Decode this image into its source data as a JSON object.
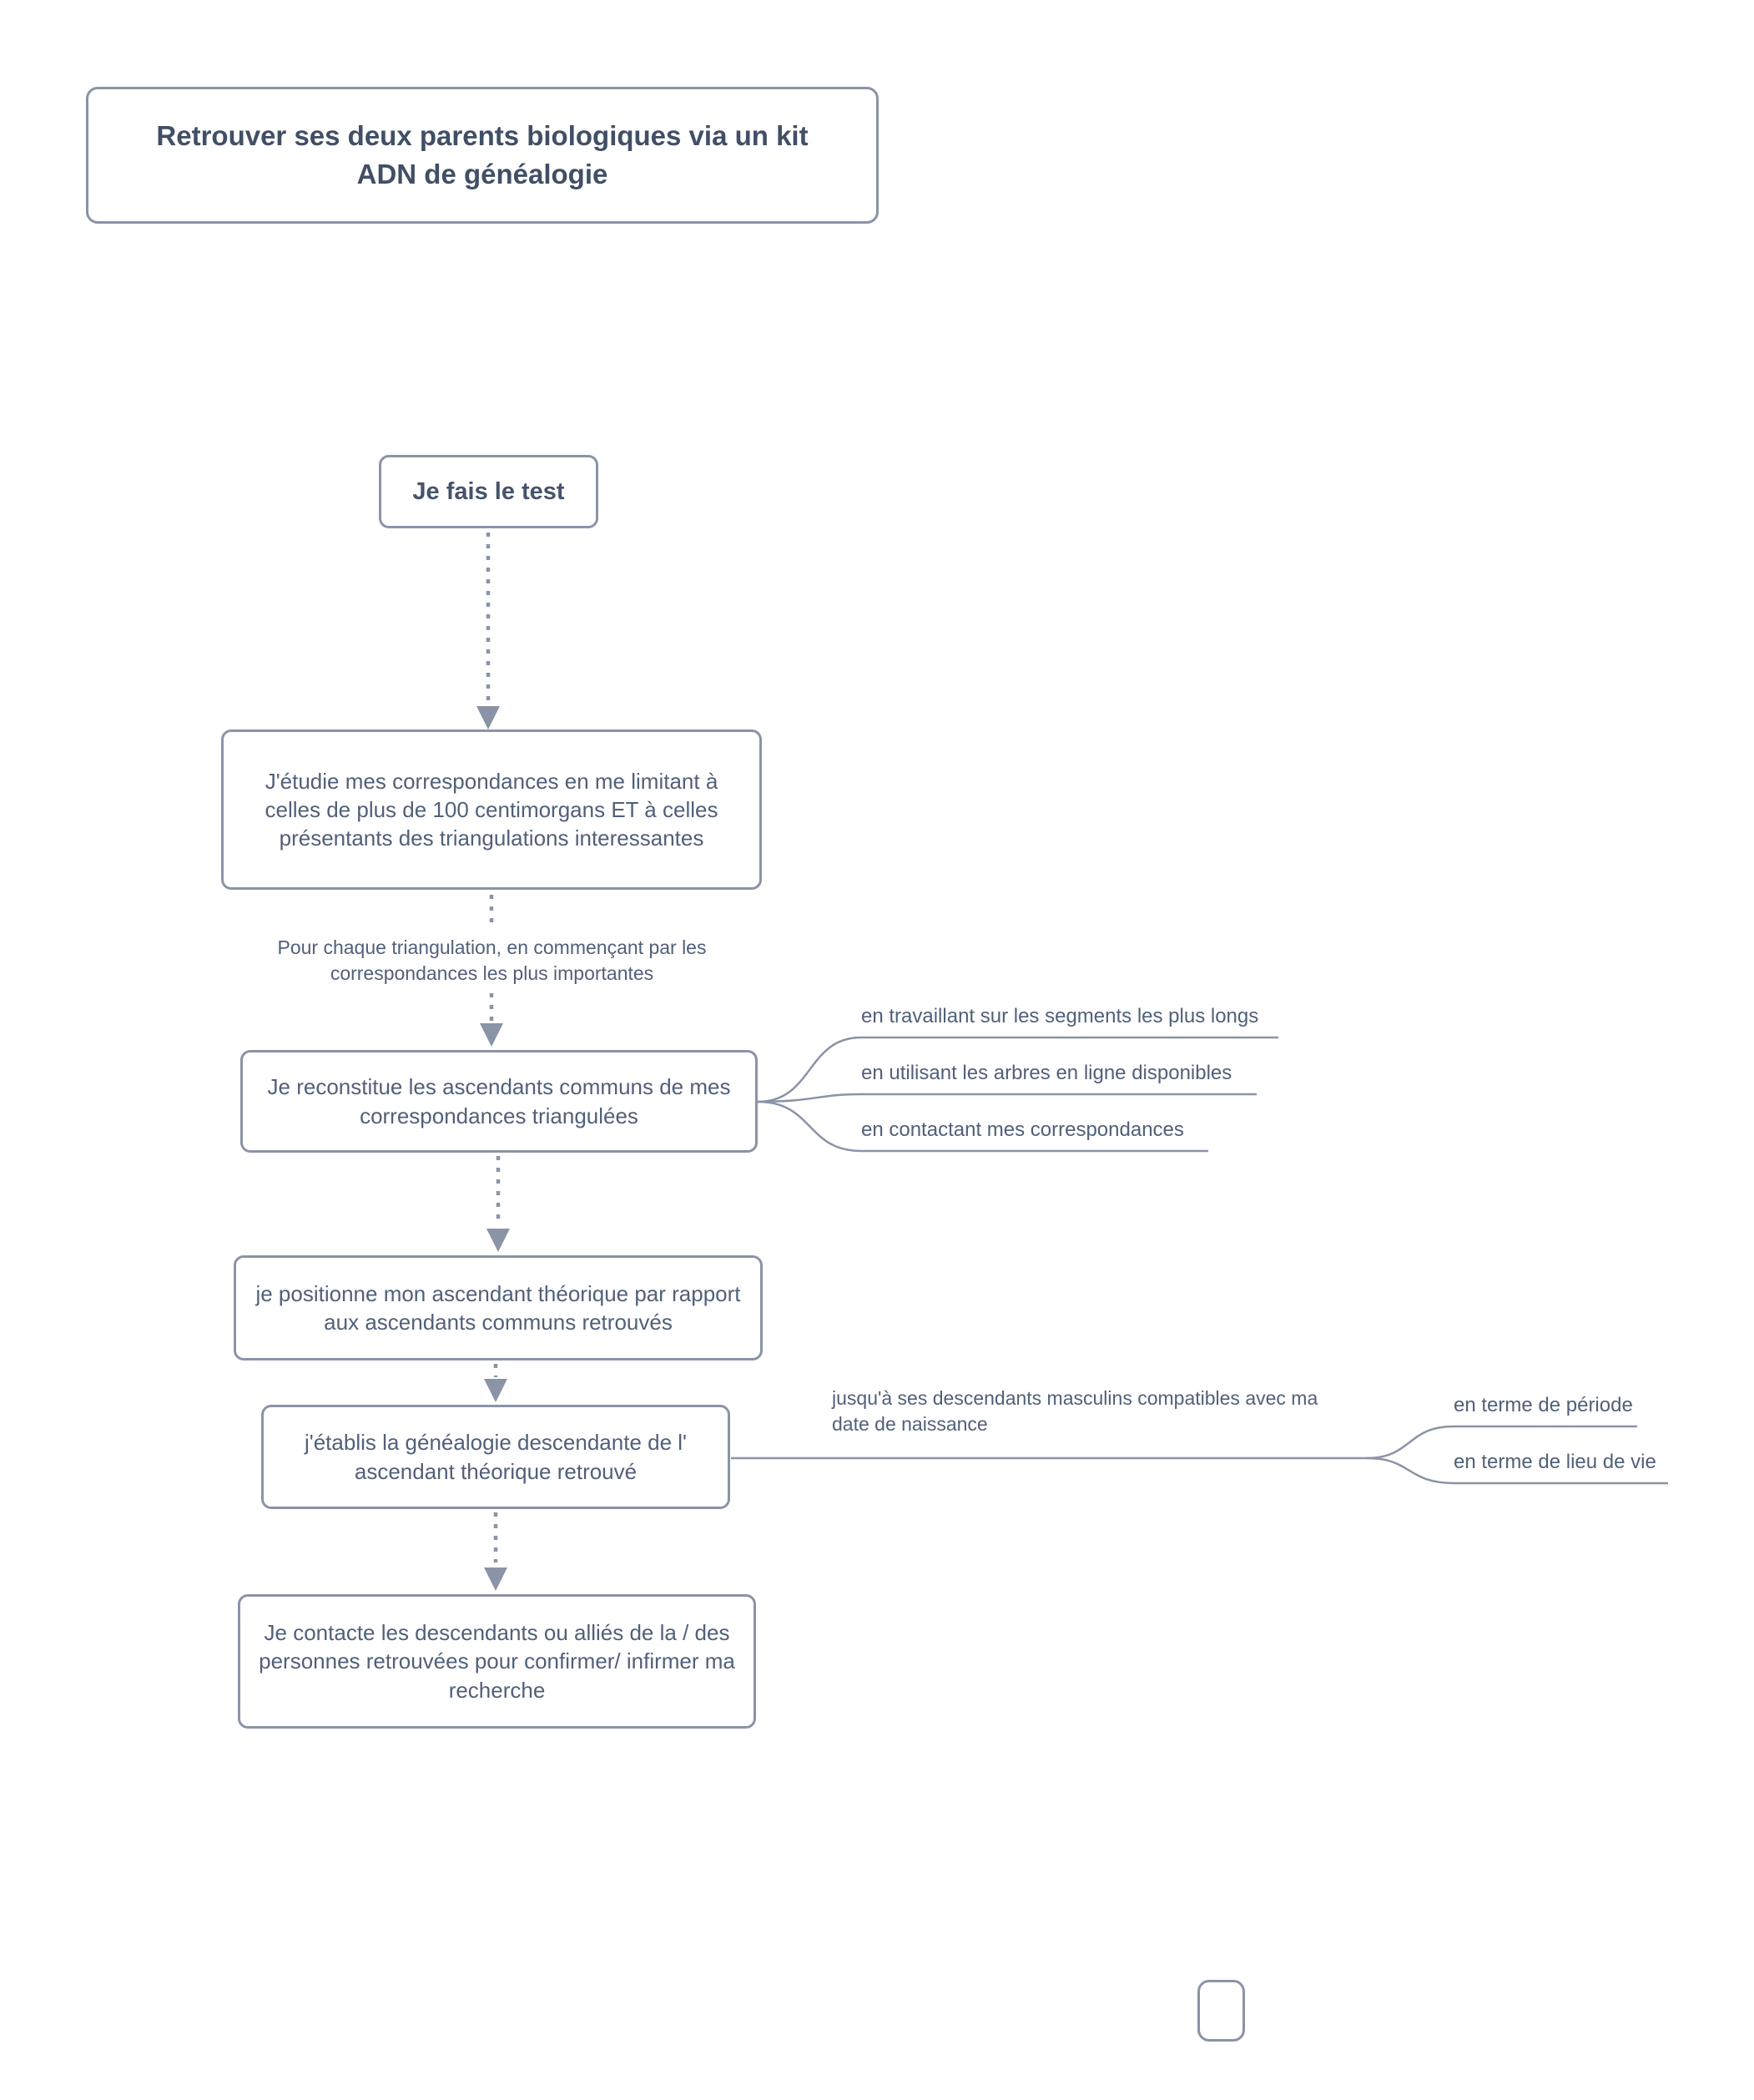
{
  "title": {
    "text": "Retrouver ses deux parents biologiques via un kit ADN de généalogie"
  },
  "nodes": {
    "test": "Je fais le test",
    "etude": "J'étudie mes correspondances en me limitant à celles de plus de 100 centimorgans ET à celles présentants des triangulations interessantes",
    "reconstitue": "Je reconstitue les ascendants communs de mes correspondances triangulées",
    "positionne": "je positionne  mon ascendant théorique par rapport aux ascendants communs retrouvés",
    "etablis": "j'établis la généalogie descendante de l' ascendant théorique retrouvé",
    "contacte": "Je contacte les descendants ou alliés de la / des personnes retrouvées pour confirmer/ infirmer ma recherche"
  },
  "edge_labels": {
    "triangulation": "Pour chaque triangulation, en commençant par les correspondances les plus importantes",
    "descendants": "jusqu'à ses descendants masculins compatibles avec ma date de naissance"
  },
  "branches": {
    "segments": "en travaillant sur les segments les plus longs",
    "arbres": "en utilisant les arbres en ligne disponibles",
    "contact": "en contactant mes correspondances",
    "periode": "en terme de période",
    "lieu": "en terme de lieu de vie"
  },
  "colors": {
    "border": "#8A94A6",
    "text": "#51607A",
    "title_text": "#414F66",
    "connector": "#8A94A6"
  }
}
